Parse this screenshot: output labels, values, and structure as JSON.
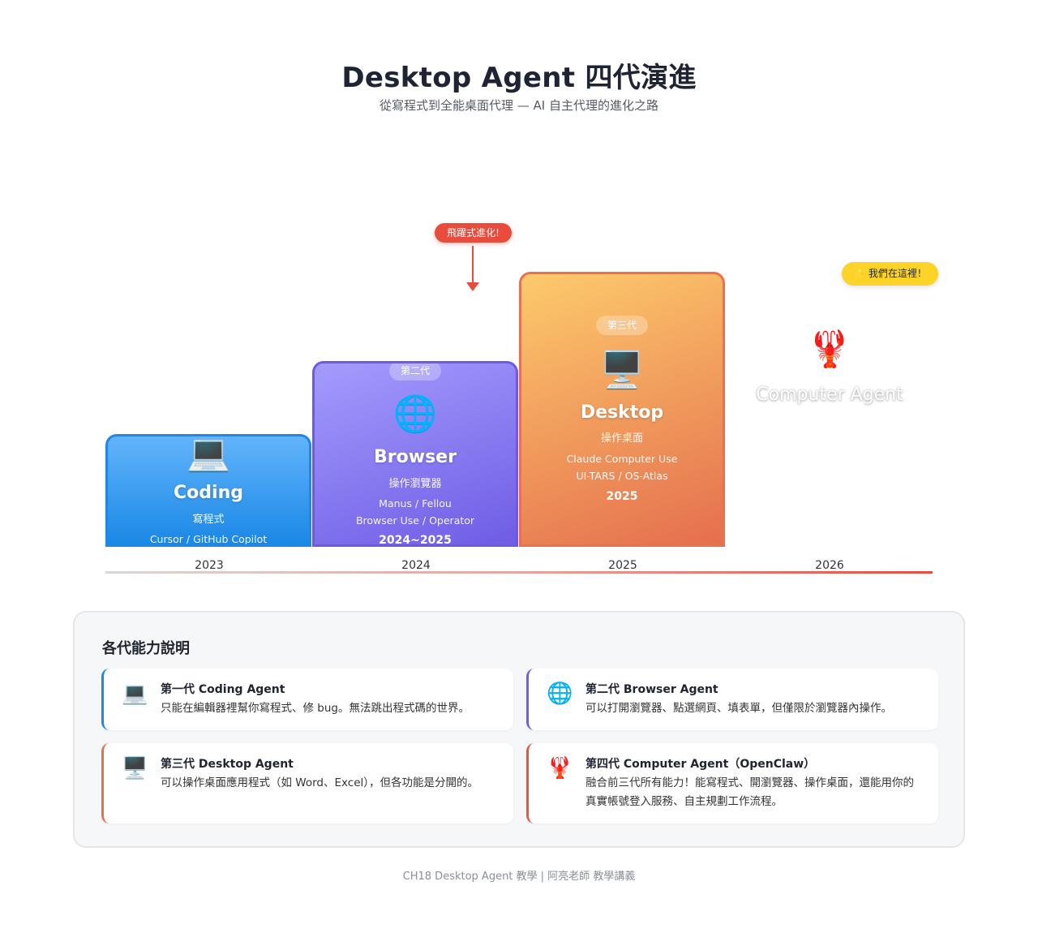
{
  "header": {
    "title": "Desktop Agent 四代演進",
    "subtitle": "從寫程式到全能桌面代理 — AI 自主代理的進化之路"
  },
  "callouts": {
    "jump": "飛躍式進化!",
    "here": "⭐ 我們在這裡！"
  },
  "generations": [
    {
      "icon": "laptop-icon",
      "glyph": "💻",
      "name": "Coding",
      "zh": "寫程式",
      "tools": [
        "Cursor / GitHub Copilot"
      ],
      "period": "",
      "badge": "",
      "color": "#1a88e6"
    },
    {
      "icon": "globe-icon",
      "glyph": "🌐",
      "name": "Browser",
      "zh": "操作瀏覽器",
      "tools": [
        "Manus / Fellou",
        "Browser Use / Operator"
      ],
      "period": "2024~2025",
      "badge": "第二代",
      "color": "#6e5de5"
    },
    {
      "icon": "desktop-icon",
      "glyph": "🖥️",
      "name": "Desktop",
      "zh": "操作桌面",
      "tools": [
        "Claude Computer Use",
        "UI-TARS / OS-Atlas"
      ],
      "period": "2025",
      "badge": "第三代",
      "color": "#e56f4e"
    },
    {
      "icon": "lobster-icon",
      "glyph": "🦞",
      "name": "Computer Agent"
    }
  ],
  "timeline": {
    "years": [
      "2023",
      "2024",
      "2025",
      "2026"
    ]
  },
  "capabilities": {
    "title": "各代能力說明",
    "items": [
      {
        "icon": "laptop-icon",
        "glyph": "💻",
        "heading": "第一代 Coding Agent",
        "desc": "只能在編輯器裡幫你寫程式、修 bug。無法跳出程式碼的世界。"
      },
      {
        "icon": "globe-icon",
        "glyph": "🌐",
        "heading": "第二代 Browser Agent",
        "desc": "可以打開瀏覽器、點選網頁、填表單，但僅限於瀏覽器內操作。"
      },
      {
        "icon": "desktop-icon",
        "glyph": "🖥️",
        "heading": "第三代 Desktop Agent",
        "desc": "可以操作桌面應用程式（如 Word、Excel），但各功能是分開的。"
      },
      {
        "icon": "lobster-icon",
        "glyph": "🦞",
        "heading": "第四代 Computer Agent（OpenClaw）",
        "desc": "融合前三代所有能力！能寫程式、開瀏覽器、操作桌面，還能用你的真實帳號登入服務、自主規劃工作流程。"
      }
    ]
  },
  "footer": "CH18 Desktop Agent 教學 | 阿亮老師 教學講義"
}
